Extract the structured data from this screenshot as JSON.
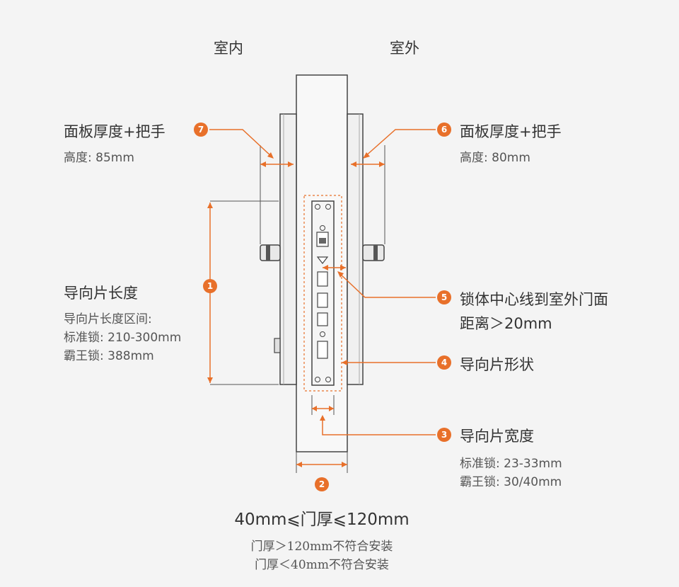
{
  "labels": {
    "indoor": "室内",
    "outdoor": "室外"
  },
  "callouts": {
    "c7": {
      "num": "7",
      "title": "面板厚度+把手",
      "line1": "高度: 85mm"
    },
    "c6": {
      "num": "6",
      "title": "面板厚度+把手",
      "line1": "高度: 80mm"
    },
    "c1": {
      "num": "1",
      "title": "导向片长度",
      "line1": "导向片长度区间:",
      "line2": "标准锁: 210-300mm",
      "line3": "霸王锁: 388mm"
    },
    "c5": {
      "num": "5",
      "title_line1": "锁体中心线到室外门面",
      "title_line2": "距离＞20mm"
    },
    "c4": {
      "num": "4",
      "title": "导向片形状"
    },
    "c3": {
      "num": "3",
      "title": "导向片宽度",
      "line1": "标准锁:  23-33mm",
      "line2": "霸王锁:  30/40mm"
    },
    "c2": {
      "num": "2"
    }
  },
  "door_thickness": {
    "range": "40mm⩽门厚⩽120mm",
    "note1": "门厚＞120mm不符合安装",
    "note2": "门厚＜40mm不符合安装"
  },
  "colors": {
    "accent": "#e8702a",
    "line": "#555555",
    "background": "#f4f4f4"
  }
}
